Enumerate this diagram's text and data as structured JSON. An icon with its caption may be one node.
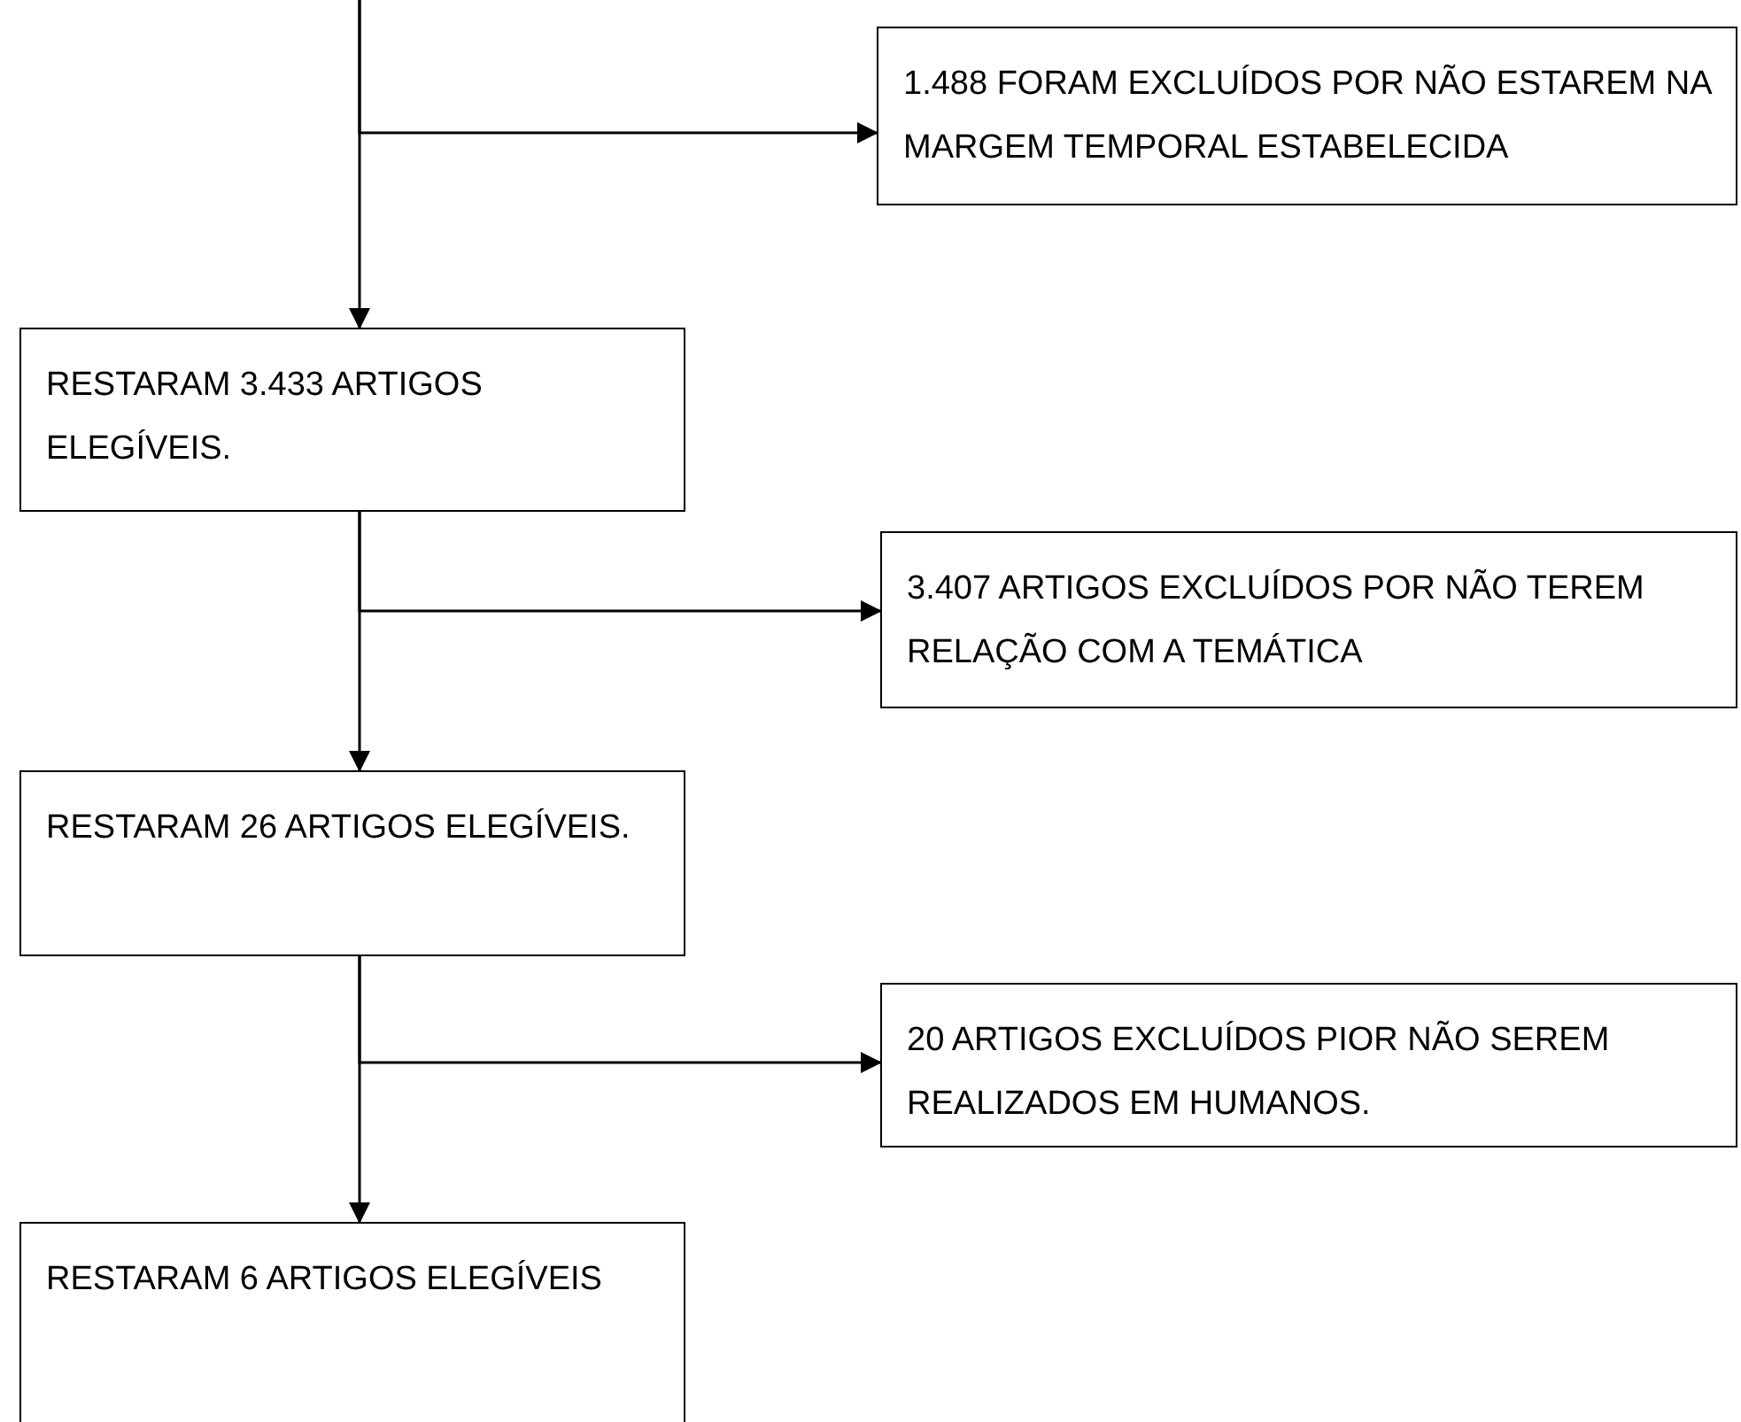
{
  "diagram": {
    "nodes": [
      {
        "text": [
          "1.488 FORAM EXCLUÍDOS POR NÃO ESTAREM NA MARGEM TEMPORAL ESTABELECIDA"
        ]
      },
      {
        "text": [
          "RESTARAM 3.433 ARTIGOS ELEGÍVEIS."
        ]
      },
      {
        "text": [
          "3.407 ARTIGOS EXCLUÍDOS POR NÃO TEREM RELAÇÃO COM A TEMÁTICA"
        ]
      },
      {
        "text": [
          "RESTARAM 26 ARTIGOS ELEGÍVEIS."
        ]
      },
      {
        "text": [
          "20 ARTIGOS EXCLUÍDOS PIOR NÃO SEREM REALIZADOS EM HUMANOS."
        ]
      },
      {
        "text": [
          "RESTARAM 6 ARTIGOS ELEGÍVEIS"
        ]
      }
    ],
    "edges": [
      {
        "from": null,
        "to": 1,
        "arrow": "to"
      },
      {
        "from": null,
        "to": 0,
        "arrow": "to"
      },
      {
        "from": 1,
        "to": 3,
        "arrow": "to"
      },
      {
        "from": 1,
        "to": 2,
        "arrow": "to"
      },
      {
        "from": 3,
        "to": 5,
        "arrow": "to"
      },
      {
        "from": 3,
        "to": 4,
        "arrow": "to"
      }
    ]
  }
}
